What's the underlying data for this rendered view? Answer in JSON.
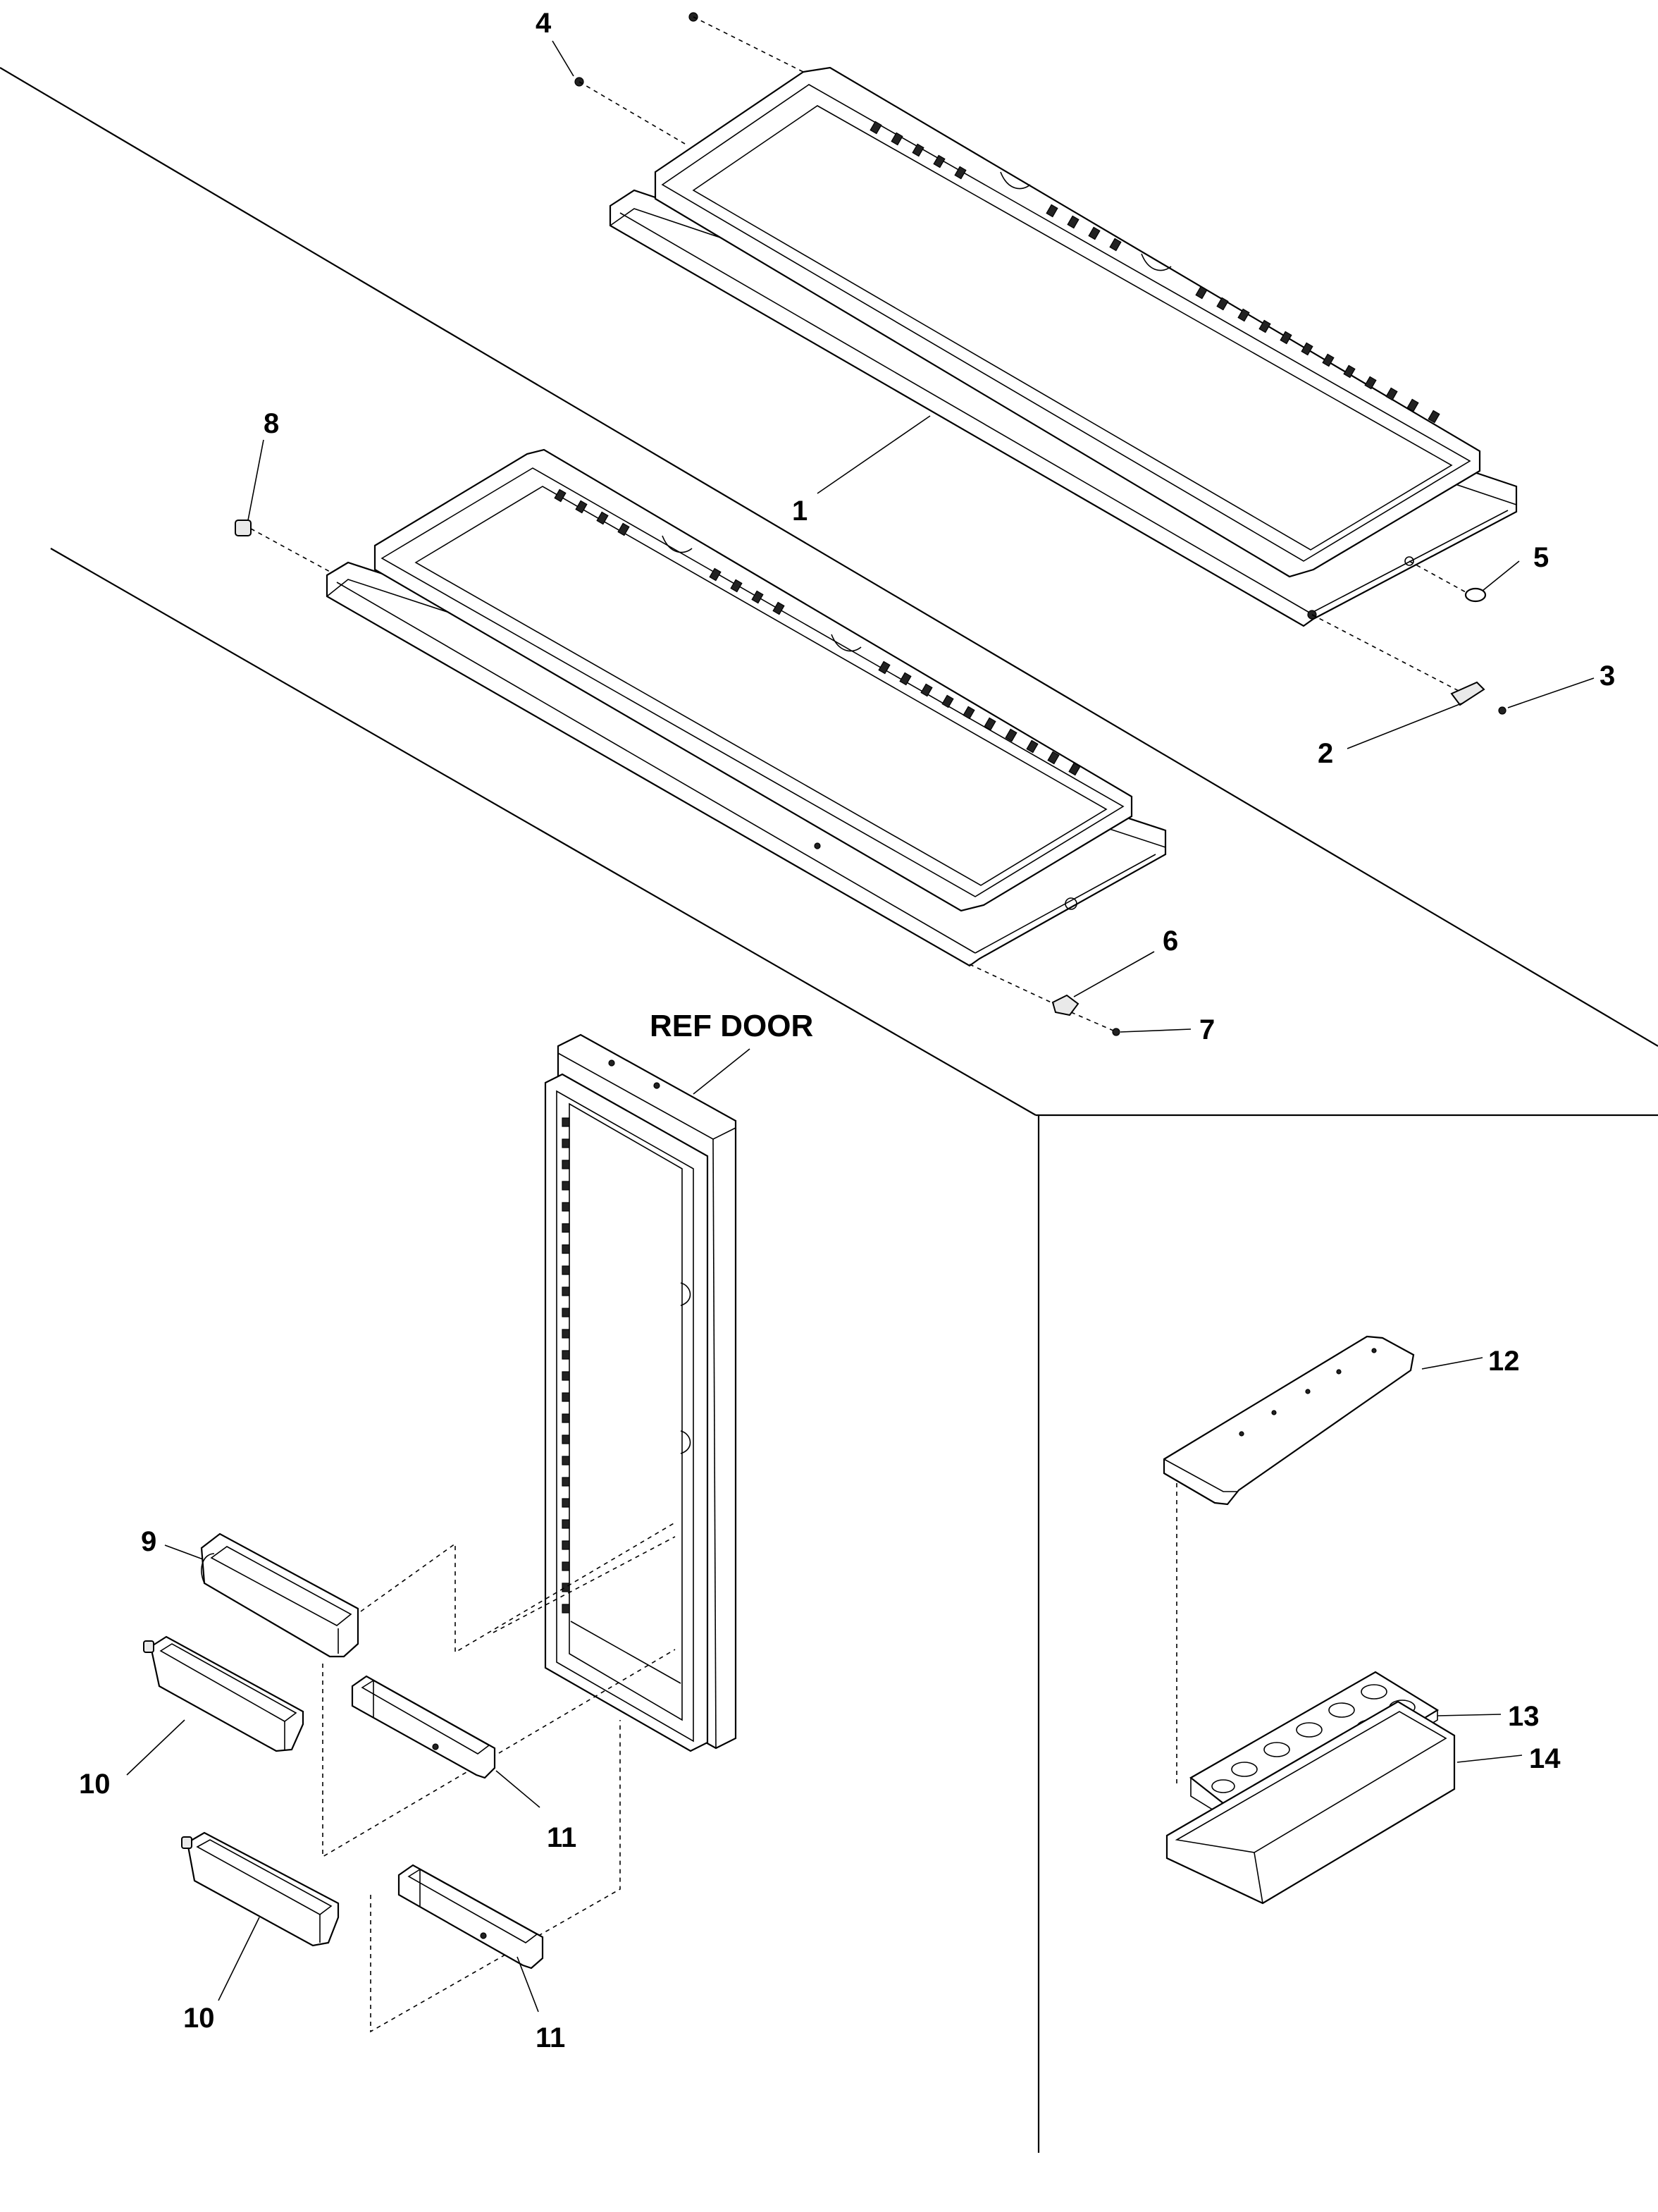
{
  "diagram": {
    "type": "exploded-parts-diagram",
    "labels": {
      "ref_door": "REF DOOR",
      "c1": "1",
      "c2": "2",
      "c3": "3",
      "c4": "4",
      "c5": "5",
      "c6": "6",
      "c7": "7",
      "c8": "8",
      "c9": "9",
      "c10a": "10",
      "c10b": "10",
      "c11a": "11",
      "c11b": "11",
      "c12": "12",
      "c13": "13",
      "c14": "14"
    },
    "colors": {
      "line": "#000000",
      "background": "#ffffff",
      "panel_fill": "#e9e9e9"
    }
  }
}
